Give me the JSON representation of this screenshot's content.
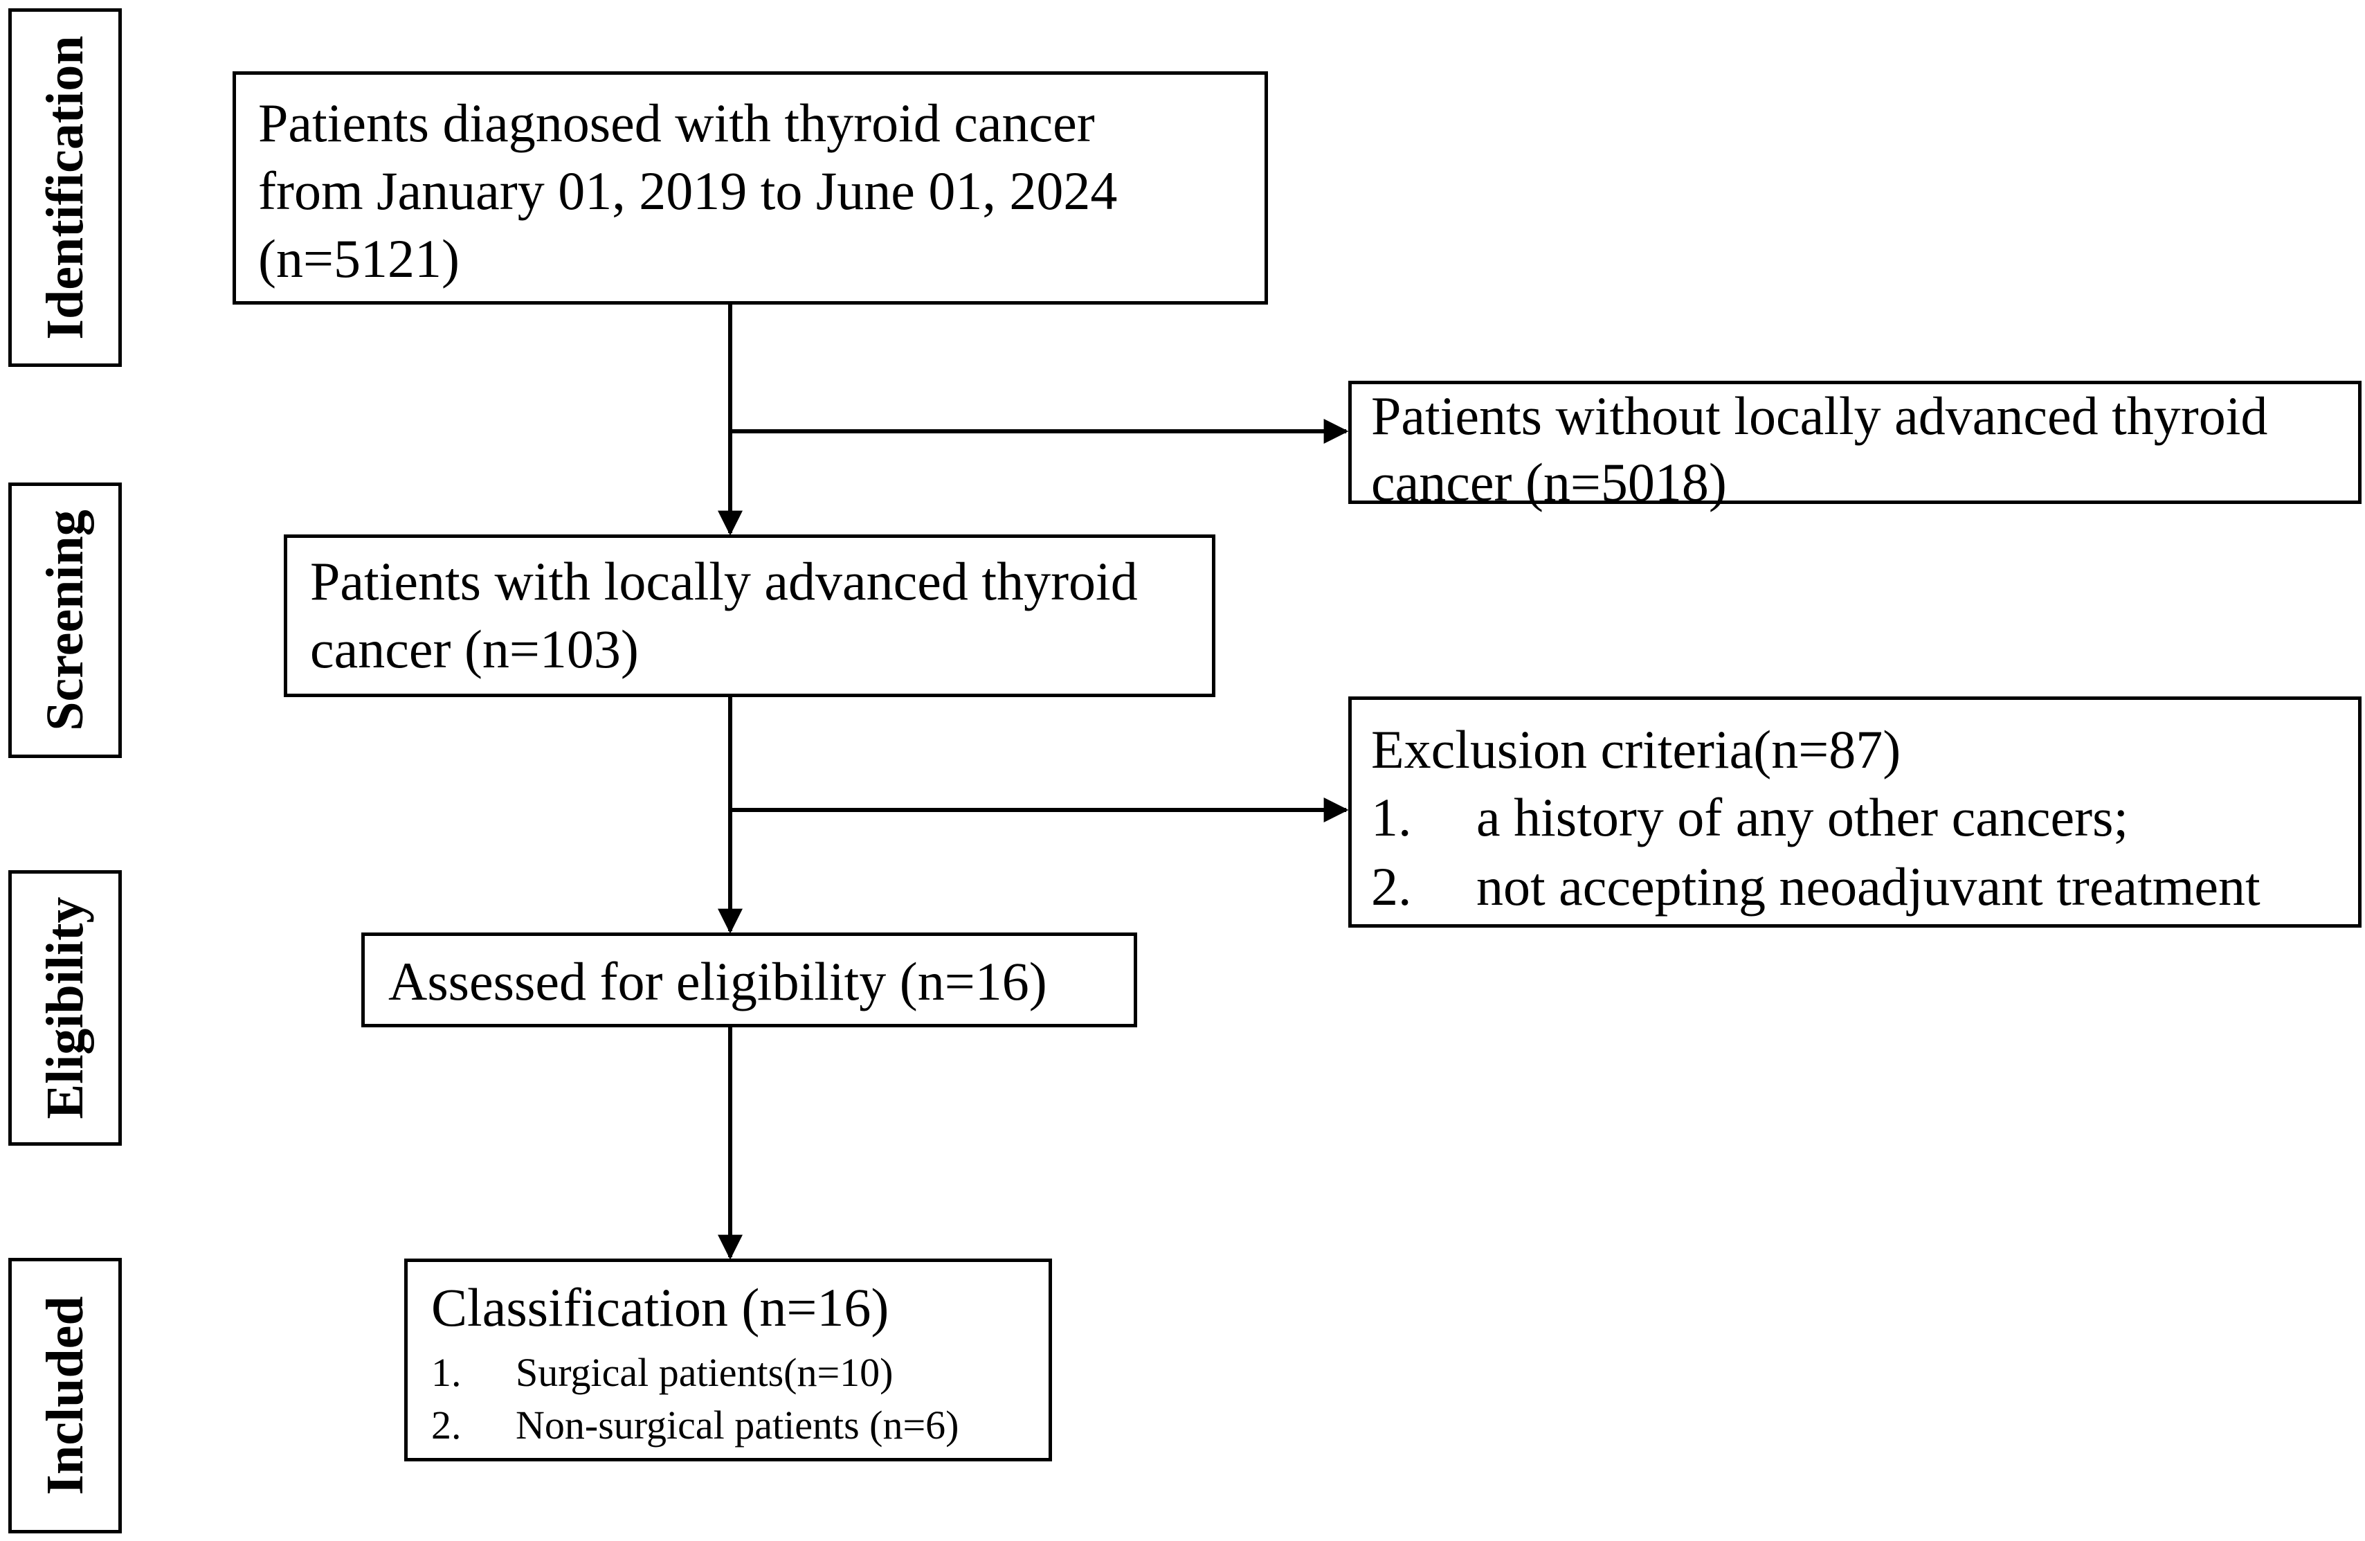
{
  "stages": {
    "identification": "Identification",
    "screening": "Screening",
    "eligibility": "Eligibility",
    "included": "Included"
  },
  "boxes": {
    "identified": {
      "line1": "Patients diagnosed with thyroid cancer",
      "line2": "from January 01, 2019 to June 01, 2024",
      "line3": "(n=5121)"
    },
    "excluded_not_advanced": {
      "line1": "Patients without locally advanced thyroid",
      "line2": "cancer (n=5018)"
    },
    "screened": {
      "line1": "Patients with locally advanced thyroid",
      "line2": "cancer (n=103)"
    },
    "exclusion_criteria": {
      "title": "Exclusion criteria(n=87)",
      "items": [
        {
          "num": "1.",
          "text": "a history of any other cancers;"
        },
        {
          "num": "2.",
          "text": "not accepting neoadjuvant treatment"
        }
      ]
    },
    "eligibility": {
      "label": "Assessed for eligibility (n=16)"
    },
    "classification": {
      "title": "Classification (n=16)",
      "items": [
        {
          "num": "1.",
          "text": "Surgical patients(n=10)"
        },
        {
          "num": "2.",
          "text": "Non-surgical patients (n=6)"
        }
      ]
    }
  },
  "colors": {
    "line": "#000000",
    "background": "#ffffff"
  }
}
